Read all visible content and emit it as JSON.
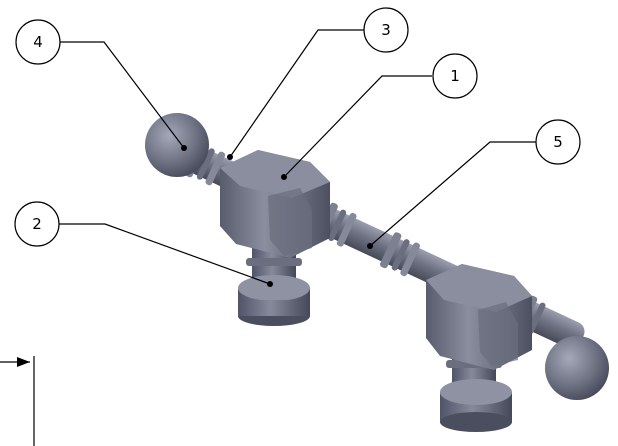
{
  "callouts": [
    {
      "id": "c1",
      "number": "1"
    },
    {
      "id": "c2",
      "number": "2"
    },
    {
      "id": "c3",
      "number": "3"
    },
    {
      "id": "c4",
      "number": "4"
    },
    {
      "id": "c5",
      "number": "5"
    }
  ],
  "colors": {
    "part_base": "#6f7384",
    "part_dark": "#4a4d5c",
    "part_light": "#9a9eae",
    "line": "#000000",
    "background": "#ffffff"
  }
}
